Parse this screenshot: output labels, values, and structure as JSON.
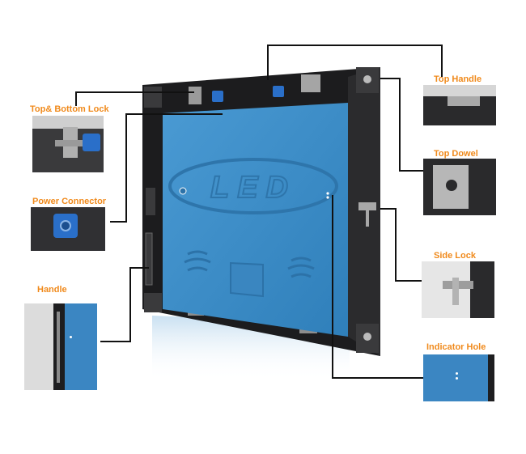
{
  "labels": {
    "top_bottom_lock": "Top& Bottom Lock",
    "power_connector": "Power Connector",
    "handle": "Handle",
    "top_handle": "Top Handle",
    "top_dowel": "Top Dowel",
    "side_lock": "Side  Lock",
    "indicator_hole": "Indicator Hole"
  },
  "panel_logo_text": "LED",
  "colors": {
    "label_orange": "#f08a1c",
    "panel_blue": "#3d8fc7",
    "cabinet_black": "#1c1c1e",
    "leader_line": "#111111"
  }
}
